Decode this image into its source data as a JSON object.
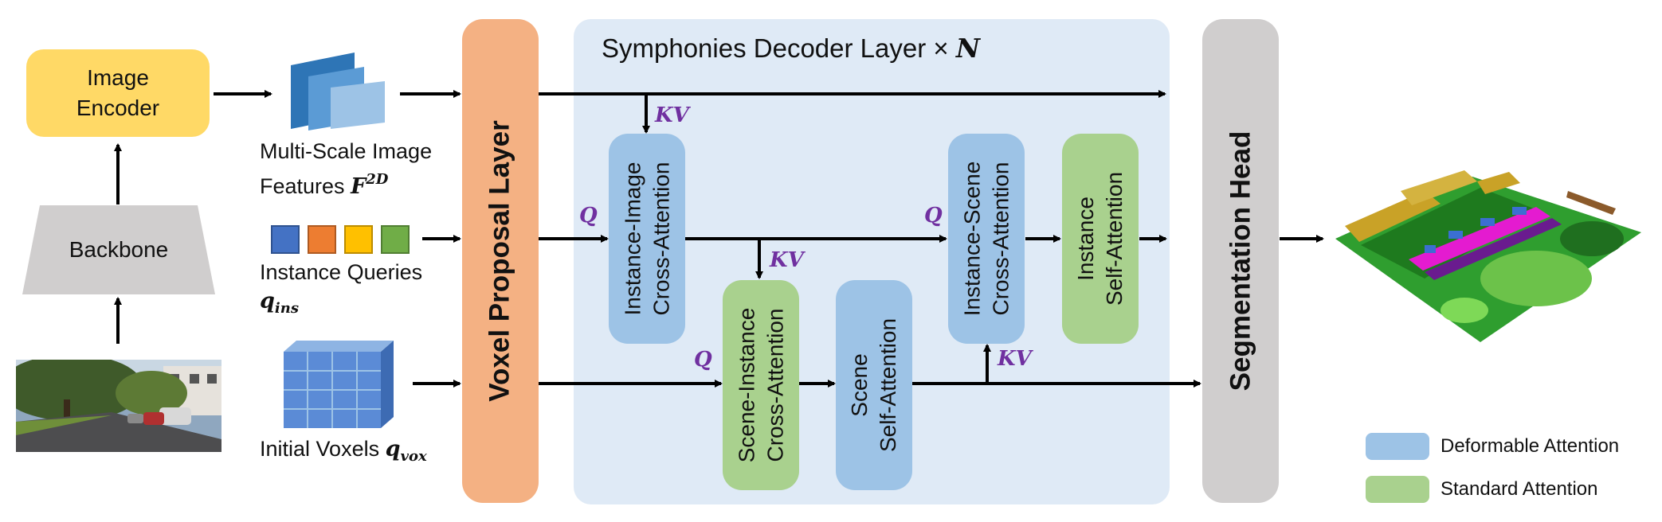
{
  "image_encoder": {
    "line1": "Image",
    "line2": "Encoder"
  },
  "backbone": {
    "label": "Backbone"
  },
  "image_features": {
    "line1": "Multi-Scale Image",
    "line2": "Features ",
    "symbol": "F",
    "superscript": "2D"
  },
  "instance_queries": {
    "label": "Instance Queries",
    "symbol": "q",
    "subscript": "ins"
  },
  "initial_voxels": {
    "label": "Initial Voxels ",
    "symbol": "q",
    "subscript": "vox"
  },
  "voxel_proposal": {
    "label": "Voxel Proposal Layer"
  },
  "decoder": {
    "title": "Symphonies Decoder Layer × ",
    "repeat_symbol": "N"
  },
  "blocks": {
    "instance_image": {
      "line1": "Instance-Image",
      "line2": "Cross-Attention"
    },
    "scene_instance": {
      "line1": "Scene-Instance",
      "line2": "Cross-Attention"
    },
    "scene_self": {
      "line1": "Scene",
      "line2": "Self-Attention"
    },
    "instance_scene": {
      "line1": "Instance-Scene",
      "line2": "Cross-Attention"
    },
    "instance_self": {
      "line1": "Instance",
      "line2": "Self-Attention"
    }
  },
  "arrow_labels": {
    "kv1": "KV",
    "q1": "Q",
    "kv2": "KV",
    "q2": "Q",
    "q3": "Q",
    "kv3": "KV"
  },
  "segmentation_head": {
    "label": "Segmentation Head"
  },
  "legend": {
    "items": [
      {
        "label": "Deformable Attention",
        "color": "#9dc3e6"
      },
      {
        "label": "Standard Attention",
        "color": "#a9d18e"
      }
    ]
  },
  "colors": {
    "encoder": "#ffd966",
    "backbone": "#d0cece",
    "voxel_proposal": "#f4b183",
    "decoder_bg": "#dfeaf6",
    "deformable": "#9dc3e6",
    "standard": "#a9d18e",
    "segmentation": "#d0cece",
    "accent_text": "#7030a0",
    "query_squares": [
      "#4472c4",
      "#ed7d31",
      "#ffc000",
      "#70ad47"
    ]
  }
}
